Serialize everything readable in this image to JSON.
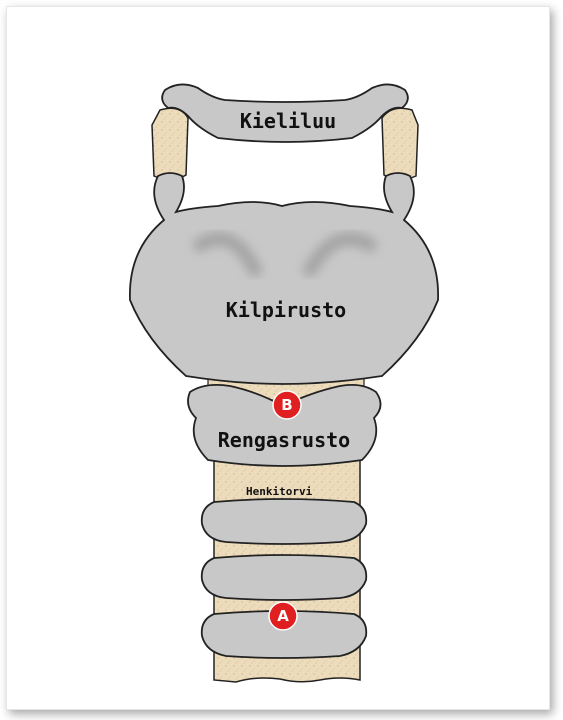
{
  "labels": {
    "hyoid": "Kieliluu",
    "thyroid": "Kilpirusto",
    "cricoid": "Rengasrusto",
    "trachea": "Henkitorvi"
  },
  "markers": {
    "b": "B",
    "a": "A"
  },
  "colors": {
    "cartilage_gray": "#c8c8c8",
    "ligament_beige": "#eddcbc",
    "outline": "#222222",
    "marker_red": "#e02020",
    "shadow_gray": "#9a9a9a"
  }
}
